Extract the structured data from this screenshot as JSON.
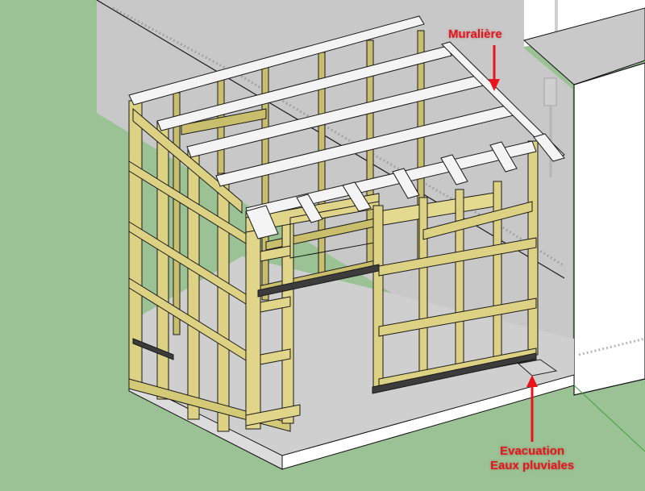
{
  "scene": {
    "description": "3D SketchUp-style rendering of a timber stud-wall frame built against a house wall, on a concrete slab, with annotations",
    "colors": {
      "lawn": "#9ac295",
      "slab_top": "#cfcfcf",
      "slab_edge": "#ffffff",
      "wall_gray": "#c8c8c8",
      "house_white": "#ffffff",
      "timber": "#d9cf7e",
      "timber_shade": "#b3a85a",
      "joist_white": "#f4f4f4",
      "sole_plate": "#4a4a4a",
      "annotation_red": "#e8141b"
    }
  },
  "annotations": [
    {
      "id": "muraliere",
      "text": "Muralière",
      "arrow": "down",
      "points_to": "wall plate beam fixed to house wall"
    },
    {
      "id": "evacuation",
      "lines": [
        "Evacuation",
        "Eaux pluviales"
      ],
      "arrow": "up",
      "points_to": "rainwater drain grate at slab edge"
    }
  ]
}
